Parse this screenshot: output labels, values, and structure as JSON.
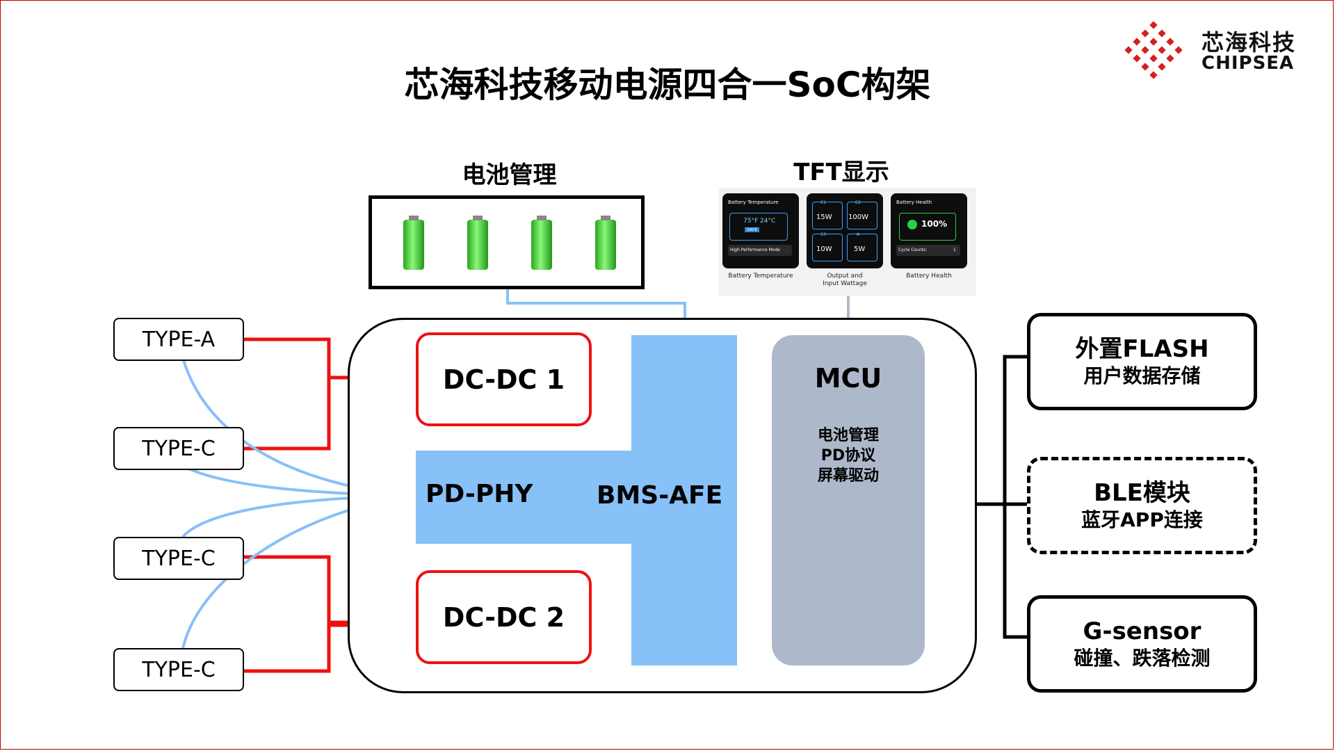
{
  "title": "芯海科技移动电源四合一SoC构架",
  "logo": {
    "cn": "芯海科技",
    "en": "CHIPSEA",
    "color": "#d42020"
  },
  "sections": {
    "battery": "电池管理",
    "tft": "TFT显示"
  },
  "tft": {
    "screens": [
      {
        "title": "Battery Temperature",
        "value": "75°F 24°C",
        "badge": "SAFE",
        "footer": "High Performance Mode",
        "caption": "Battery Temperature"
      },
      {
        "cells": [
          "15W",
          "100W",
          "10W",
          "5W"
        ],
        "tags": [
          "C1",
          "C2",
          "C3",
          "A"
        ],
        "caption": "Output and Input Wattage"
      },
      {
        "title": "Battery Health",
        "value": "100%",
        "footer": "Cycle Counts:",
        "footer_value": "1",
        "caption": "Battery Health"
      }
    ]
  },
  "blocks": {
    "dcdc1": "DC-DC 1",
    "dcdc2": "DC-DC 2",
    "pd_phy": "PD-PHY",
    "bms_afe": "BMS-AFE",
    "mcu": {
      "title": "MCU",
      "lines": [
        "电池管理",
        "PD协议",
        "屏幕驱动"
      ]
    }
  },
  "ports": [
    "TYPE-A",
    "TYPE-C",
    "TYPE-C",
    "TYPE-C"
  ],
  "peripherals": [
    {
      "line1": "外置FLASH",
      "line2": "用户数据存储",
      "optional": false
    },
    {
      "line1": "BLE模块",
      "line2": "蓝牙APP连接",
      "optional": true
    },
    {
      "line1": "G-sensor",
      "line2": "碰撞、跌落检测",
      "optional": false
    }
  ],
  "colors": {
    "power_line": "#ee1111",
    "signal_line": "#88c0f8",
    "block_blue": "#88c0f8",
    "mcu_gray": "#adb9ca",
    "battery_green": "#3fd62f"
  }
}
